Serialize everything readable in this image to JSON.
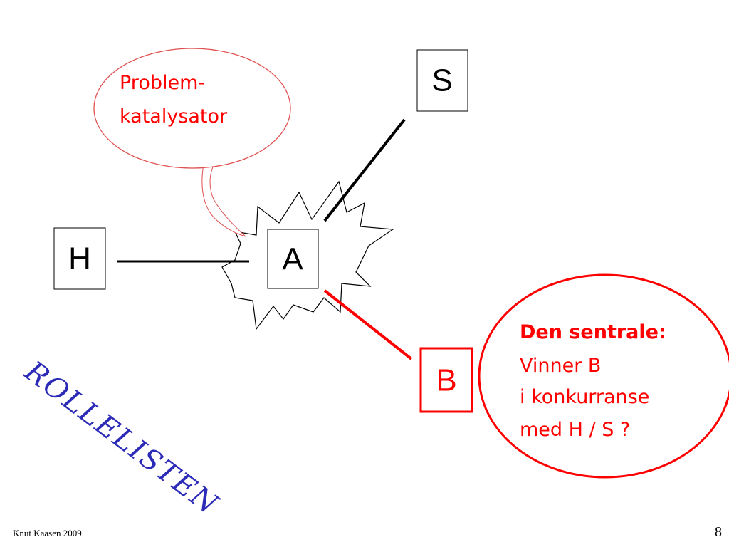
{
  "colors": {
    "line_black": "#000000",
    "accent_red": "#ff0000",
    "bubble_red_light": "#e05050",
    "title_blue": "#2b2bb8"
  },
  "nodes": {
    "s": "S",
    "a": "A",
    "h": "H",
    "b": "B"
  },
  "bubble_catalyst": {
    "line1": "Problem-",
    "line2": "katalysator"
  },
  "bubble_central": {
    "heading": "Den sentrale:",
    "line1": "Vinner B",
    "line2": "i konkurranse",
    "line3": "med H / S ?"
  },
  "role_title": "ROLLELISTEN",
  "footer": {
    "author": "Knut Kaasen 2009",
    "page_number": "8"
  }
}
